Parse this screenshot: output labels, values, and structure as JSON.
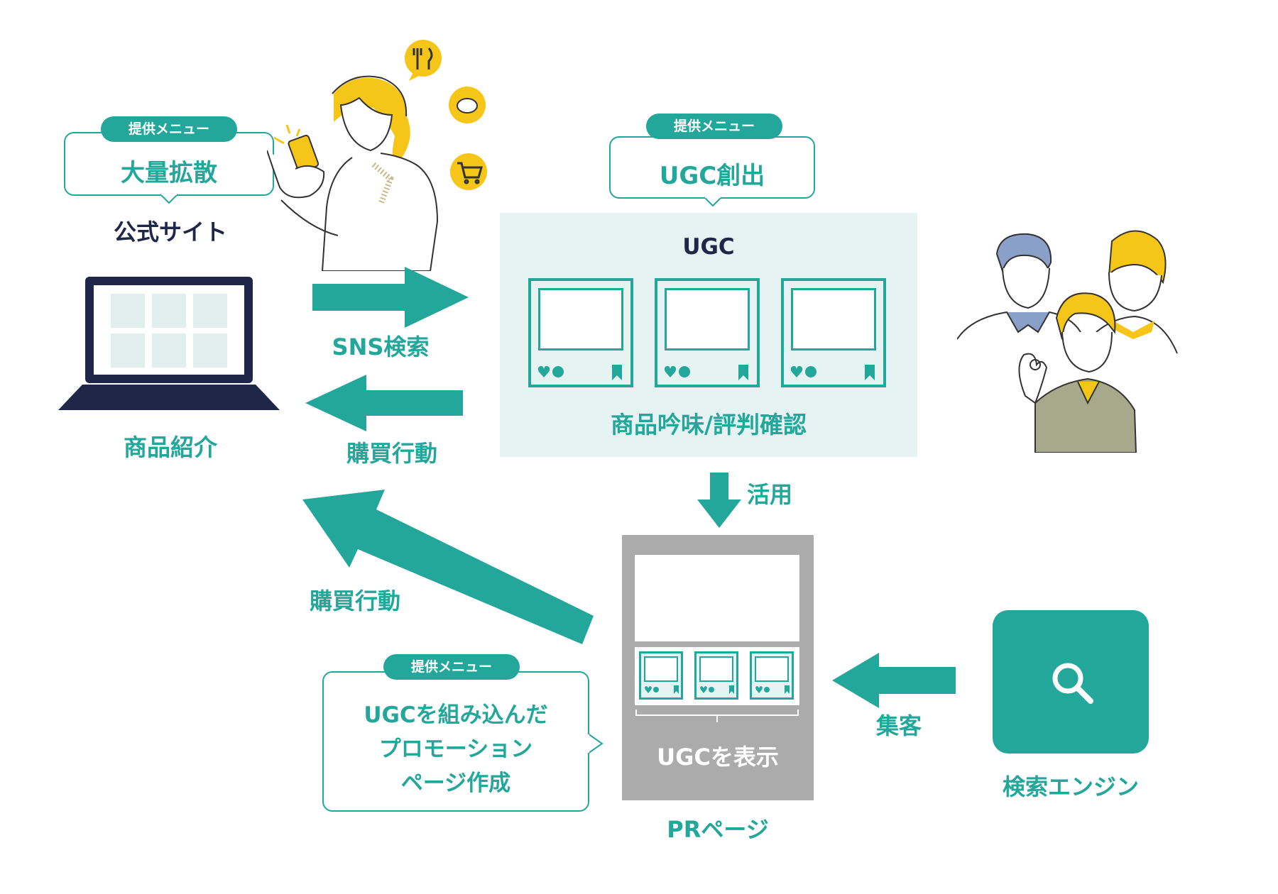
{
  "colors": {
    "teal": "#23a79b",
    "navy": "#1e2748",
    "panel": "#e6f3f3",
    "gray": "#ababab",
    "yellow": "#f5c518"
  },
  "callout_left": {
    "badge": "提供メニュー",
    "title": "大量拡散"
  },
  "official_site_label": "公式サイト",
  "product_intro_label": "商品紹介",
  "callout_top": {
    "badge": "提供メニュー",
    "title": "UGC創出"
  },
  "ugc_panel": {
    "title": "UGC",
    "caption": "商品吟味/評判確認"
  },
  "arrows": {
    "sns_search": "SNS検索",
    "purchase_1": "購買行動",
    "utilize": "活用",
    "purchase_2": "購買行動",
    "attract": "集客"
  },
  "pr_page": {
    "display_text": "UGCを表示",
    "label": "PRページ"
  },
  "callout_bottom": {
    "badge": "提供メニュー",
    "line1": "UGCを組み込んだ",
    "line2": "プロモーション",
    "line3": "ページ作成"
  },
  "search_engine": {
    "label": "検索エンジン",
    "icon": "magnifier-icon"
  },
  "icons": [
    "laptop-icon",
    "fork-knife-icon",
    "piggy-bank-icon",
    "cart-icon",
    "heart-icon",
    "comment-icon",
    "bookmark-icon",
    "magnifier-icon"
  ]
}
